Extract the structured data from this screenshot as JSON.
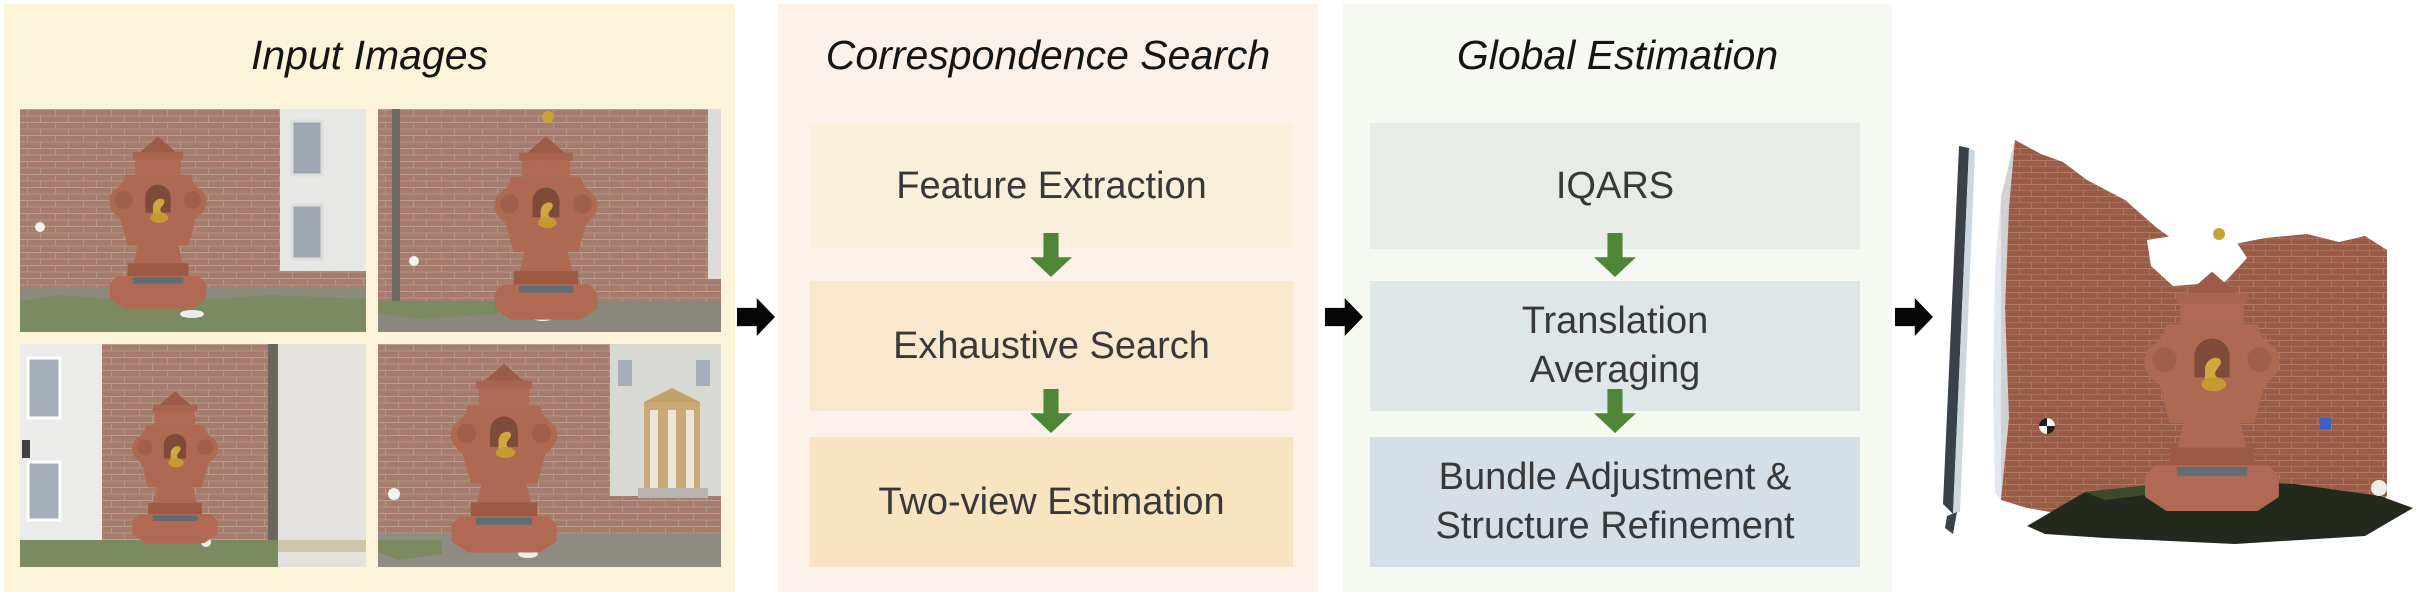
{
  "panels": {
    "input": {
      "title": "Input Images",
      "photos": [
        {
          "description": "photo of red sandstone wall fountain, white building at right, mossy ground"
        },
        {
          "description": "photo of wall fountain seen frontally, downpipe at left of brick wall"
        },
        {
          "description": "photo of wall fountain at brick corner, white facade with windows at left"
        },
        {
          "description": "photo of wall fountain from the side, palace facade with portico at right"
        }
      ]
    },
    "correspondence": {
      "title": "Correspondence Search",
      "steps": [
        {
          "lines": [
            "Feature Extraction"
          ]
        },
        {
          "lines": [
            "Exhaustive Search"
          ]
        },
        {
          "lines": [
            "Two-view Estimation"
          ]
        }
      ]
    },
    "global": {
      "title": "Global Estimation",
      "steps": [
        {
          "lines": [
            "IQARS"
          ]
        },
        {
          "lines": [
            "Translation",
            "Averaging"
          ]
        },
        {
          "lines": [
            "Bundle Adjustment &",
            "Structure Refinement"
          ]
        }
      ]
    },
    "output": {
      "description": "3D point-cloud reconstruction of the brick wall and fountain"
    }
  },
  "colors": {
    "panel_input_bg": "#FCF4D8",
    "panel_correspondence_bg": "#FCF1E8",
    "correspondence_box_1": "#FAEFDA",
    "correspondence_box_2": "#FAE8CE",
    "correspondence_box_3": "#F9E4C2",
    "panel_global_bg": "#F6F9F1",
    "global_box_1": "#E8ECE6",
    "global_box_2": "#DFE6E8",
    "global_box_3": "#D6DFE6",
    "flow_arrow_black": "#060606",
    "step_arrow_green": "#4F8536"
  }
}
